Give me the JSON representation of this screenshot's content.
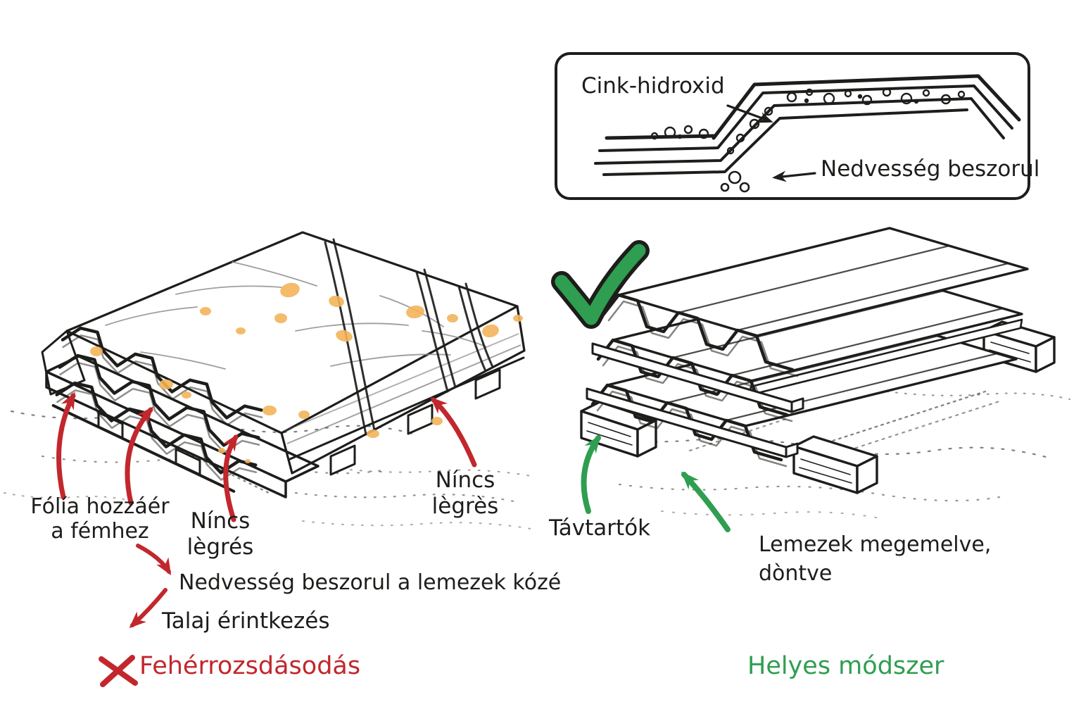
{
  "palette": {
    "ink": "#1d1d1b",
    "red": "#c2272d",
    "green": "#2f9e50",
    "orange": "#f3b45a",
    "paper": "#ffffff"
  },
  "inset": {
    "zinc_label": "Cink-hidroxid",
    "moisture_label": "Nedvesség beszorul"
  },
  "left_section": {
    "foil_line1": "Fólía hozzáér",
    "foil_line2": "a fémhez",
    "airgap_left_line1": "Níncs",
    "airgap_left_line2": "lègrés",
    "airgap_right_line1": "Níncs",
    "airgap_right_line2": "lègrès",
    "moisture_label": "Nedvesség beszorul a lemezek kózé",
    "ground_label": "Talaj érintkezés",
    "verdict": "Fehérrozsdásodás",
    "mark_icon": "x-mark"
  },
  "right_section": {
    "spacers_label": "Távtartók",
    "lifted_line1": "Lemezek megemelve,",
    "lifted_line2": "dòntve",
    "verdict": "Helyes módszer",
    "mark_icon": "check-mark"
  }
}
